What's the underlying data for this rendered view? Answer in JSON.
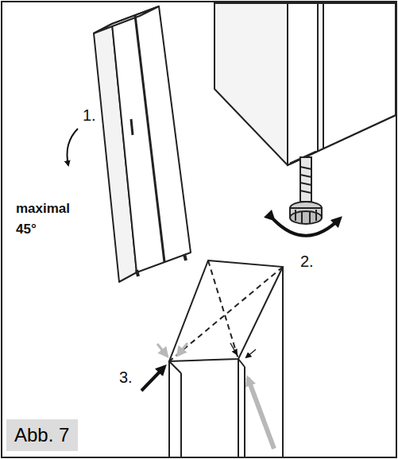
{
  "diagram": {
    "nodes": [
      {
        "text": [
          "Abb. 7"
        ]
      }
    ],
    "labels": [
      "1.",
      "maximal 45°",
      "2.",
      "3."
    ]
  }
}
